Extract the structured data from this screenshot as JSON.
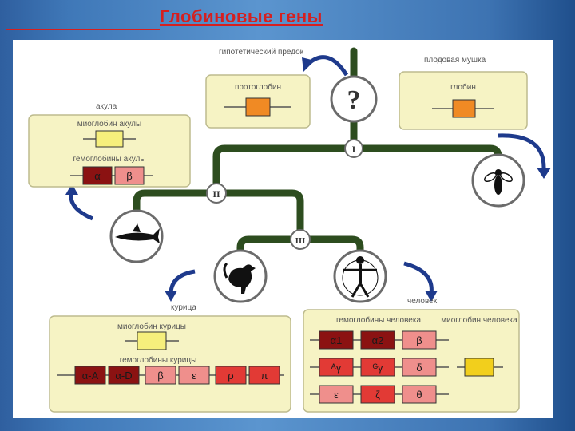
{
  "title": "Глобиновые гены",
  "labels": {
    "ancestor": "гипотетический предок",
    "fruit_fly": "плодовая мушка",
    "shark": "акула",
    "chicken": "курица",
    "human": "человек"
  },
  "nodes": {
    "root": "?",
    "n1": "I",
    "n2": "II",
    "n3": "III"
  },
  "ancestor_box": {
    "label": "протоглобин"
  },
  "fly_box": {
    "label": "глобин"
  },
  "shark_box": {
    "myoglobin_label": "миоглобин акулы",
    "hemoglobin_label": "гемоглобины акулы",
    "genes": [
      "α",
      "β"
    ]
  },
  "chicken_box": {
    "myoglobin_label": "миоглобин курицы",
    "hemoglobin_label": "гемоглобины курицы",
    "genes": [
      "α-A",
      "α-D",
      "β",
      "ε",
      "ρ",
      "π"
    ]
  },
  "human_box": {
    "hemoglobin_label": "гемоглобины человека",
    "myoglobin_label": "миоглобин человека",
    "genes_row1": [
      "α1",
      "α2",
      "β"
    ],
    "genes_row2": [
      "ᴬγ",
      "ᴳγ",
      "δ"
    ],
    "genes_row3": [
      "ε",
      "ζ",
      "θ"
    ]
  },
  "colors": {
    "box_fill": "#f6f3c4",
    "box_stroke": "#bdbb8e",
    "tree_green": "#2d4d1f",
    "arrow_blue": "#1e3a8c",
    "gene_dark_red": "#8b1212",
    "gene_red": "#e23a35",
    "gene_pink": "#ef8f8c",
    "gene_orange": "#f08a24",
    "gene_yellow": "#f6ef7c",
    "gene_human_yellow": "#f2cf1c"
  }
}
